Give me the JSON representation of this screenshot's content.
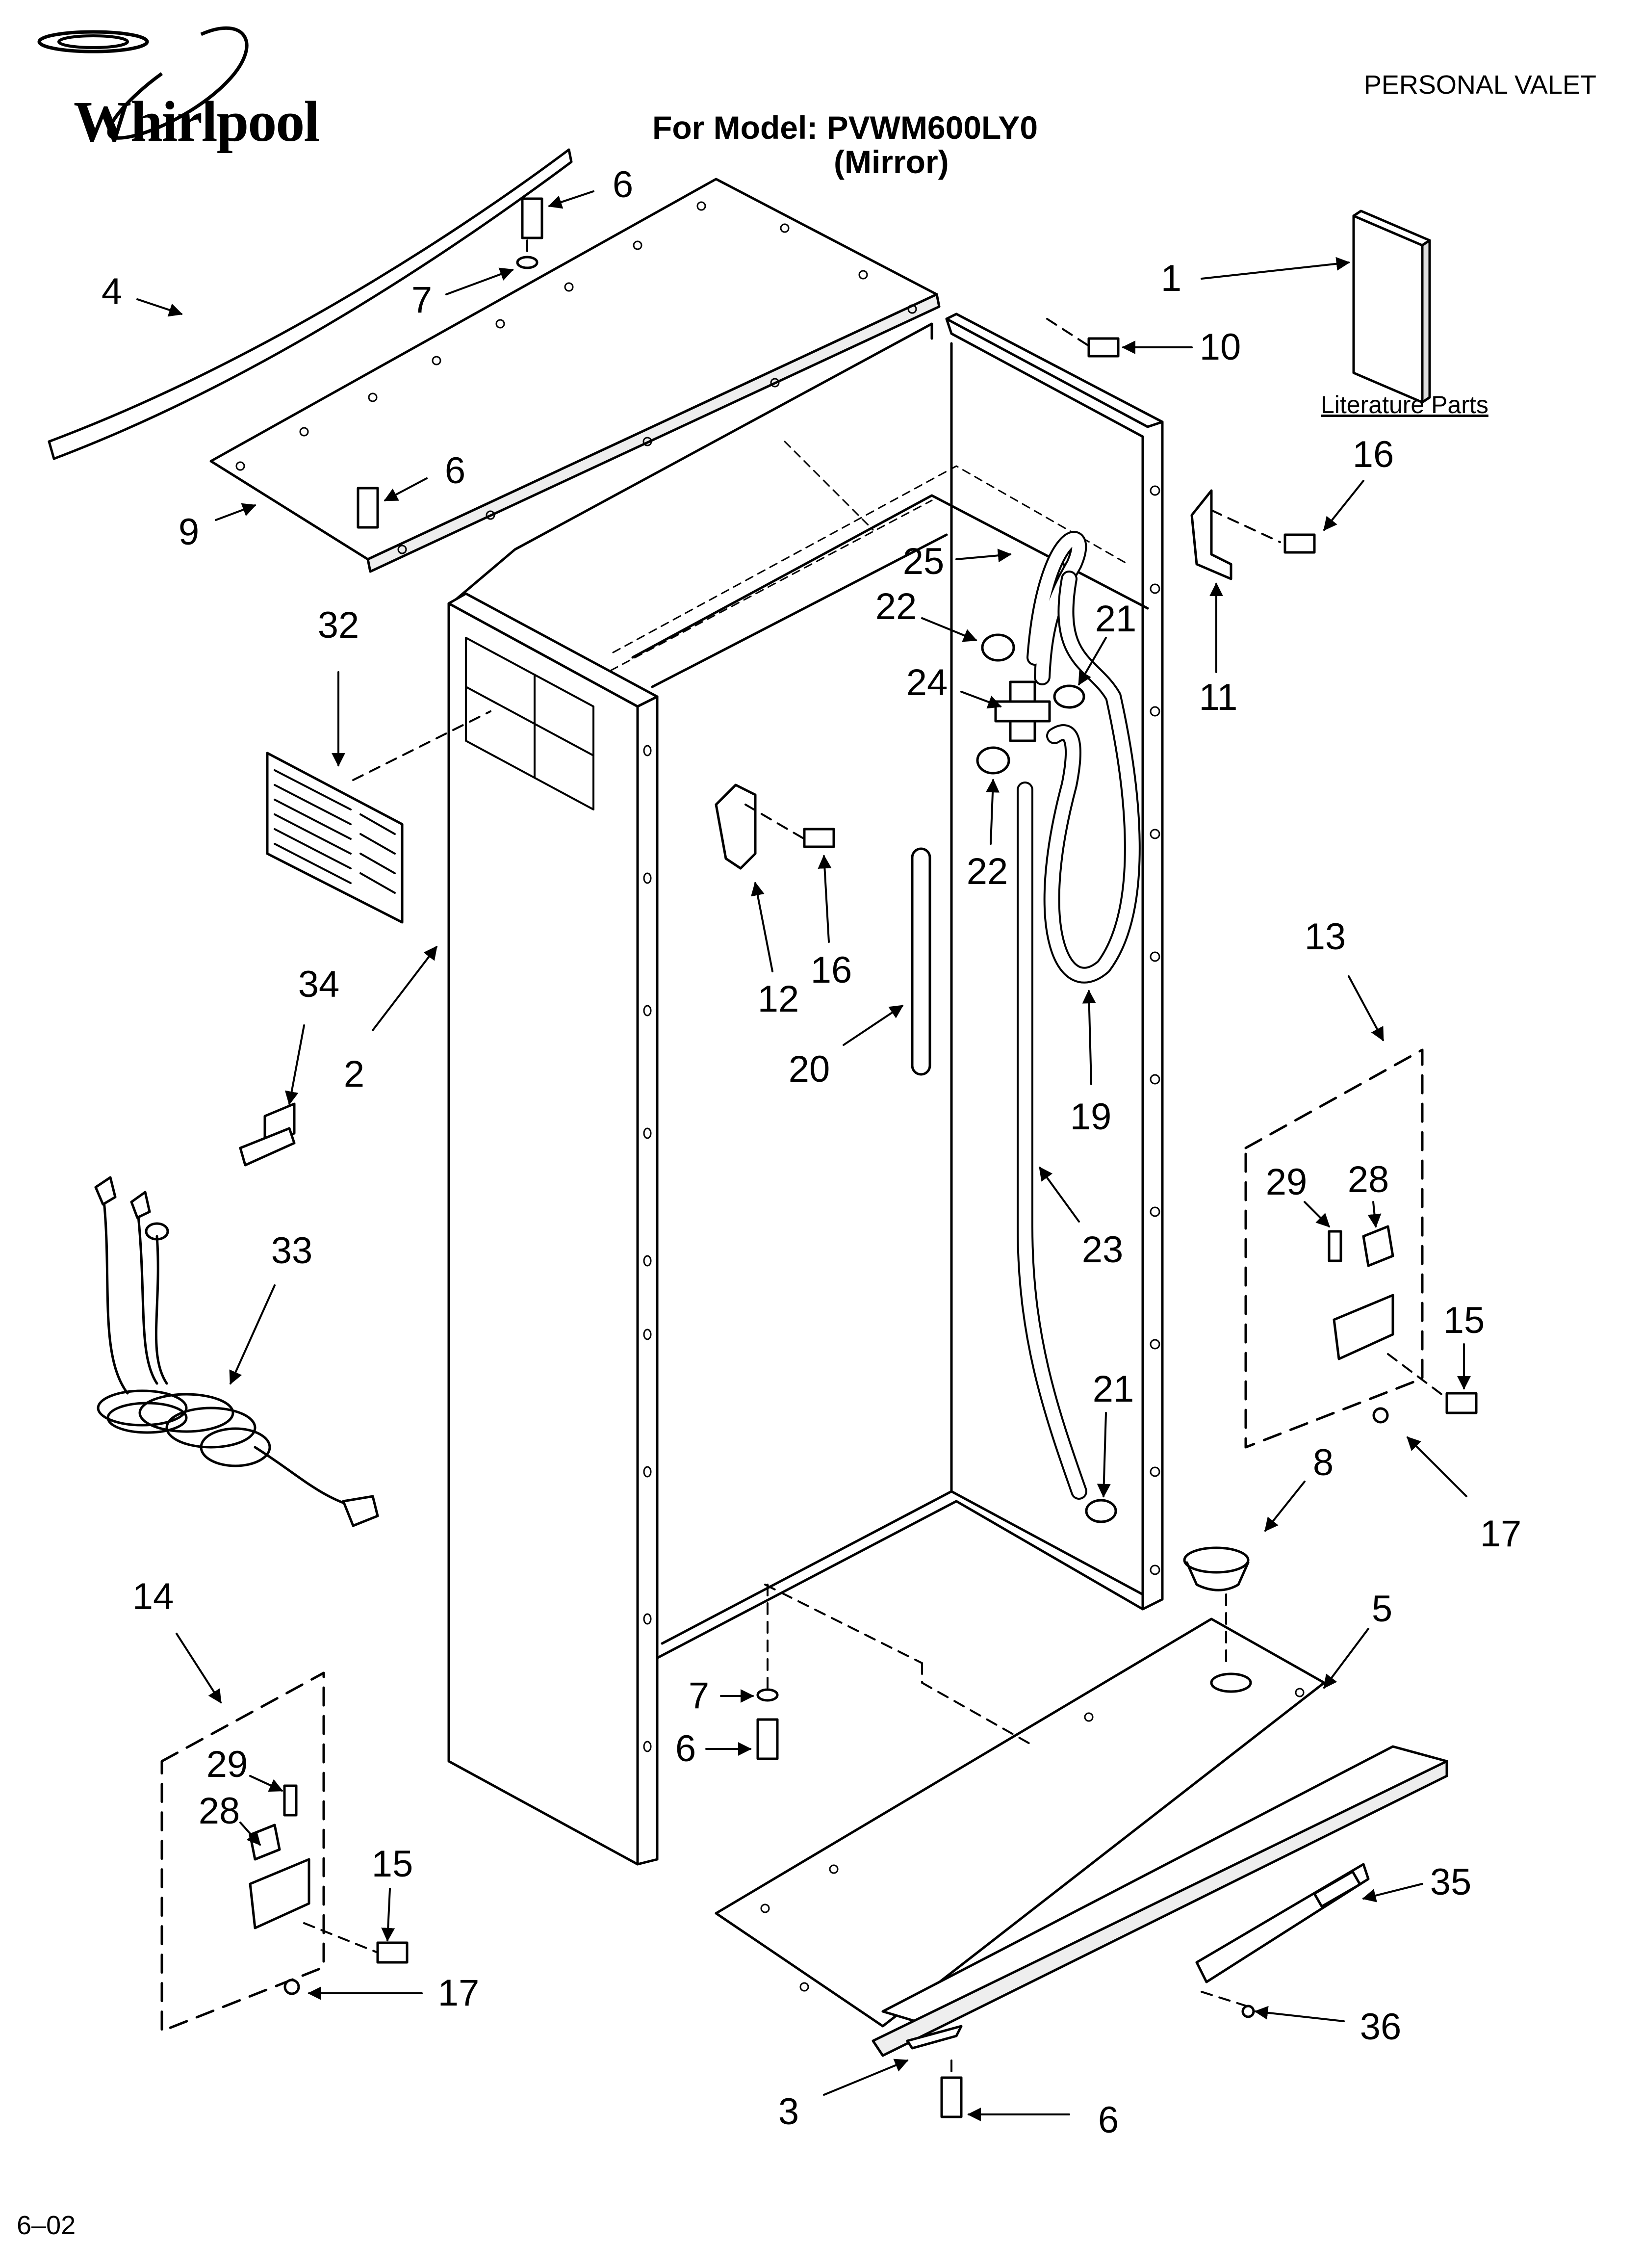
{
  "header": {
    "brand": "Whirlpool",
    "model_line": "For Model: PVWM600LY0",
    "model_variant": "(Mirror)",
    "product_name": "PERSONAL VALET"
  },
  "literature_label": "Literature Parts",
  "footer": {
    "date_code": "6–02"
  },
  "callouts": [
    {
      "id": "c1",
      "text": "1"
    },
    {
      "id": "c2",
      "text": "2"
    },
    {
      "id": "c3",
      "text": "3"
    },
    {
      "id": "c4",
      "text": "4"
    },
    {
      "id": "c5",
      "text": "5"
    },
    {
      "id": "c6a",
      "text": "6"
    },
    {
      "id": "c6b",
      "text": "6"
    },
    {
      "id": "c6c",
      "text": "6"
    },
    {
      "id": "c6d",
      "text": "6"
    },
    {
      "id": "c7a",
      "text": "7"
    },
    {
      "id": "c7b",
      "text": "7"
    },
    {
      "id": "c8",
      "text": "8"
    },
    {
      "id": "c9",
      "text": "9"
    },
    {
      "id": "c10",
      "text": "10"
    },
    {
      "id": "c11",
      "text": "11"
    },
    {
      "id": "c12",
      "text": "12"
    },
    {
      "id": "c13",
      "text": "13"
    },
    {
      "id": "c14",
      "text": "14"
    },
    {
      "id": "c15a",
      "text": "15"
    },
    {
      "id": "c15b",
      "text": "15"
    },
    {
      "id": "c16a",
      "text": "16"
    },
    {
      "id": "c16b",
      "text": "16"
    },
    {
      "id": "c17a",
      "text": "17"
    },
    {
      "id": "c17b",
      "text": "17"
    },
    {
      "id": "c19",
      "text": "19"
    },
    {
      "id": "c20",
      "text": "20"
    },
    {
      "id": "c21a",
      "text": "21"
    },
    {
      "id": "c21b",
      "text": "21"
    },
    {
      "id": "c22a",
      "text": "22"
    },
    {
      "id": "c22b",
      "text": "22"
    },
    {
      "id": "c23",
      "text": "23"
    },
    {
      "id": "c24",
      "text": "24"
    },
    {
      "id": "c25",
      "text": "25"
    },
    {
      "id": "c28a",
      "text": "28"
    },
    {
      "id": "c28b",
      "text": "28"
    },
    {
      "id": "c29a",
      "text": "29"
    },
    {
      "id": "c29b",
      "text": "29"
    },
    {
      "id": "c32",
      "text": "32"
    },
    {
      "id": "c33",
      "text": "33"
    },
    {
      "id": "c34",
      "text": "34"
    },
    {
      "id": "c35",
      "text": "35"
    },
    {
      "id": "c36",
      "text": "36"
    }
  ]
}
